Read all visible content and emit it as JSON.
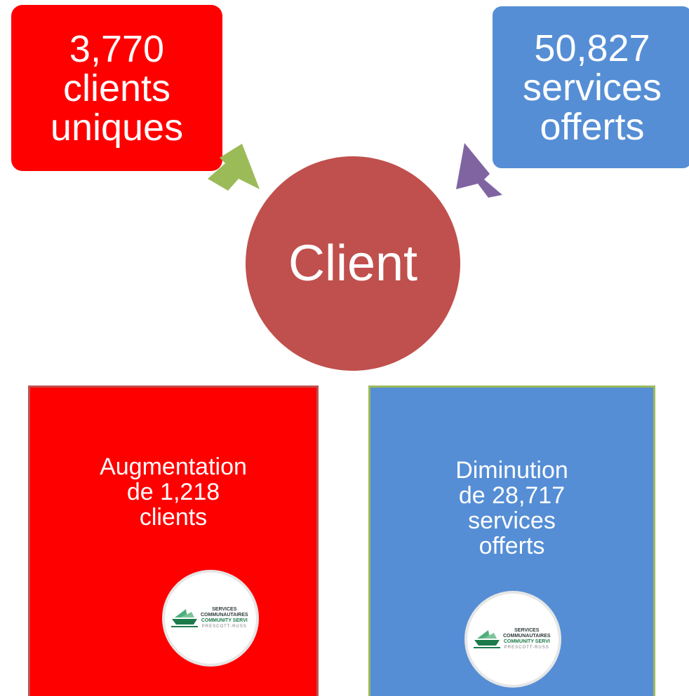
{
  "top_left": {
    "lines": [
      "3,770",
      "clients",
      "uniques"
    ],
    "color": "#ff0000"
  },
  "top_right": {
    "lines": [
      "50,827",
      "services",
      "offerts"
    ],
    "color": "#558ed5"
  },
  "center": {
    "label": "Client",
    "color": "#c0504d"
  },
  "arrows": {
    "left_color": "#9bbb59",
    "right_color": "#8064a2"
  },
  "bottom_left": {
    "lines": [
      "Augmentation",
      "de 1,218",
      "clients"
    ],
    "color": "#ff0000",
    "border_color": "#c0504d"
  },
  "bottom_right": {
    "lines": [
      "Diminution",
      "de 28,717",
      "services",
      "offerts"
    ],
    "color": "#558ed5",
    "border_color": "#9bbb59"
  },
  "logo": {
    "line1": "SERVICES",
    "line2": "COMMUNAUTAIRES",
    "line3": "COMMUNITY SERVI",
    "line4": "PRESCOTT-RUSS",
    "icon": "boat-logo-icon"
  }
}
